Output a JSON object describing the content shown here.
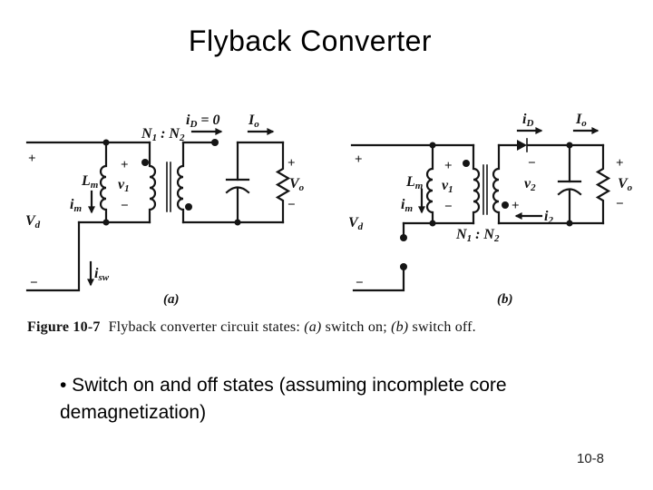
{
  "title": "Flyback Converter",
  "caption": {
    "figure": "Figure 10-7",
    "t1": "Flyback converter circuit states: ",
    "a": "(a)",
    "t2": " switch on; ",
    "b": "(b)",
    "t3": " switch off."
  },
  "bullet": "• Switch on and off states (assuming incomplete core demagnetization)",
  "page_number": "10-8",
  "circuit_labels": {
    "plus": "+",
    "minus": "−",
    "vd": {
      "base": "V",
      "sub": "d"
    },
    "lm": {
      "base": "L",
      "sub": "m"
    },
    "im": {
      "base": "i",
      "sub": "m"
    },
    "isw": {
      "base": "i",
      "sub": "sw"
    },
    "v1": {
      "base": "v",
      "sub": "1"
    },
    "v2": {
      "base": "v",
      "sub": "2"
    },
    "i2": {
      "base": "i",
      "sub": "2"
    },
    "id": {
      "base": "i",
      "sub": "D"
    },
    "id_eq_zero": " = 0",
    "io": {
      "base": "I",
      "sub": "o"
    },
    "vo": {
      "base": "V",
      "sub": "o"
    },
    "turns_ratio": {
      "n1": "N",
      "s1": "1",
      "colon": " : N",
      "s2": "2"
    },
    "part_a": "(a)",
    "part_b": "(b)"
  }
}
